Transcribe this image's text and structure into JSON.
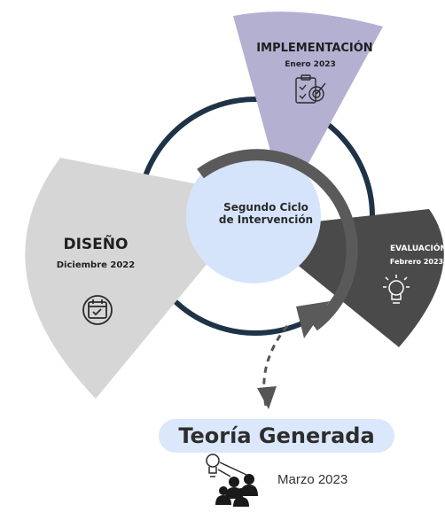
{
  "center": {
    "line1": "Segundo Ciclo",
    "line2": "de Intervención"
  },
  "phases": {
    "implementation": {
      "title": "IMPLEMENTACIÓN",
      "date": "Enero 2023",
      "icon": "clipboard-target-icon"
    },
    "design": {
      "title": "DISEÑO",
      "date": "Diciembre 2022",
      "icon": "calendar-icon"
    },
    "evaluation": {
      "title": "EVALUACIÓN",
      "date": "Febrero 2023",
      "icon": "lightbulb-icon"
    }
  },
  "outcome": {
    "label": "Teoría Generada",
    "date": "Marzo 2023",
    "icon": "team-idea-icon"
  },
  "colors": {
    "implementation": "#b3b0d2",
    "design": "#d6d6d6",
    "evaluation": "#4a4a4a",
    "center": "#d6e4fb",
    "outer_ring": "#1f3347",
    "inner_arrow": "#5a5a5a",
    "outcome_bg": "#dbe7fb"
  }
}
